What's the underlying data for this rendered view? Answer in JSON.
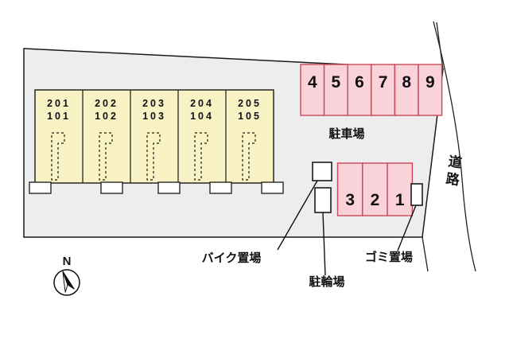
{
  "colors": {
    "plot_fill": "#ededed",
    "building_fill": "#f9f2c4",
    "parking_fill": "#f9d2da",
    "parking_border": "#c84a5a"
  },
  "buildings": [
    {
      "upper": "201",
      "lower": "101"
    },
    {
      "upper": "202",
      "lower": "102"
    },
    {
      "upper": "203",
      "lower": "103"
    },
    {
      "upper": "204",
      "lower": "104"
    },
    {
      "upper": "205",
      "lower": "105"
    }
  ],
  "parking_top": {
    "stalls": [
      "4",
      "5",
      "6",
      "7",
      "8",
      "9"
    ]
  },
  "parking_bottom": {
    "stalls": [
      "3",
      "2",
      "1"
    ]
  },
  "labels": {
    "parking_lot": "駐車場",
    "bike_storage": "バイク置場",
    "bicycle_parking": "駐輪場",
    "garbage": "ゴミ置場",
    "road": "道路",
    "north": "N"
  }
}
